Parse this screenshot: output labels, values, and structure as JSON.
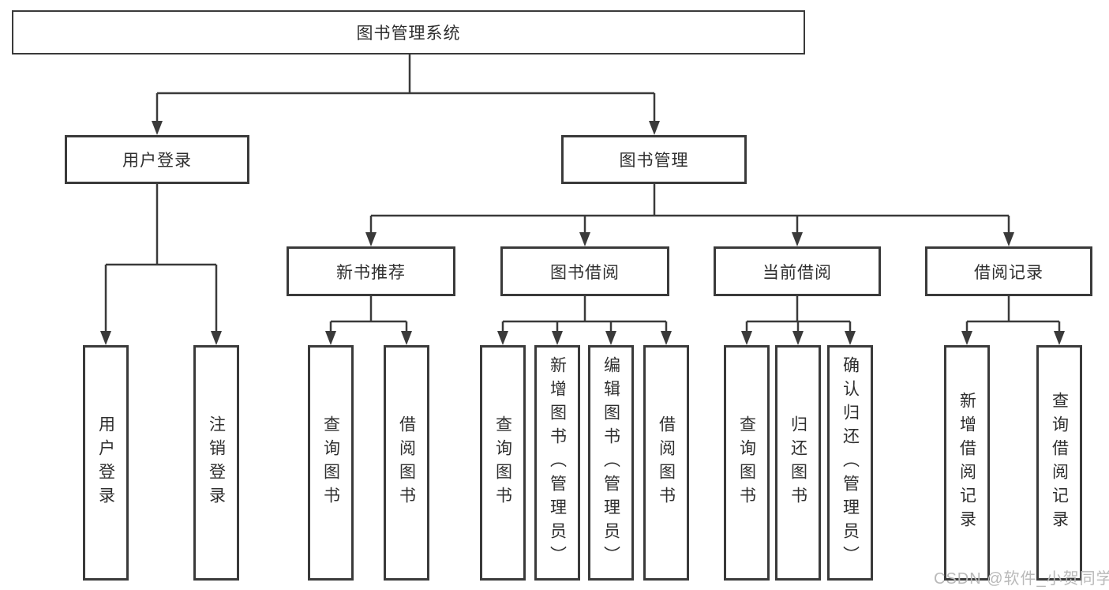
{
  "diagram": {
    "title_node": "图书管理系统",
    "level2": [
      {
        "label": "用户登录"
      },
      {
        "label": "图书管理"
      }
    ],
    "level3": [
      {
        "label": "新书推荐"
      },
      {
        "label": "图书借阅"
      },
      {
        "label": "当前借阅"
      },
      {
        "label": "借阅记录"
      }
    ],
    "leaves": {
      "login": [
        "用户登录",
        "注销登录"
      ],
      "newbook": [
        "查询图书",
        "借阅图书"
      ],
      "borrow": [
        "查询图书",
        "新增图书（管理员）",
        "编辑图书（管理员）",
        "借阅图书"
      ],
      "current": [
        "查询图书",
        "归还图书",
        "确认归还（管理员）"
      ],
      "records": [
        "新增借阅记录",
        "查询借阅记录"
      ]
    }
  },
  "watermark": "CSDN @软件_小贺同学",
  "colors": {
    "line": "#3a3a3a",
    "box_border": "#3a3a3a",
    "text": "#2f2f2f",
    "watermark": "#b9b9b9",
    "background": "#ffffff"
  }
}
